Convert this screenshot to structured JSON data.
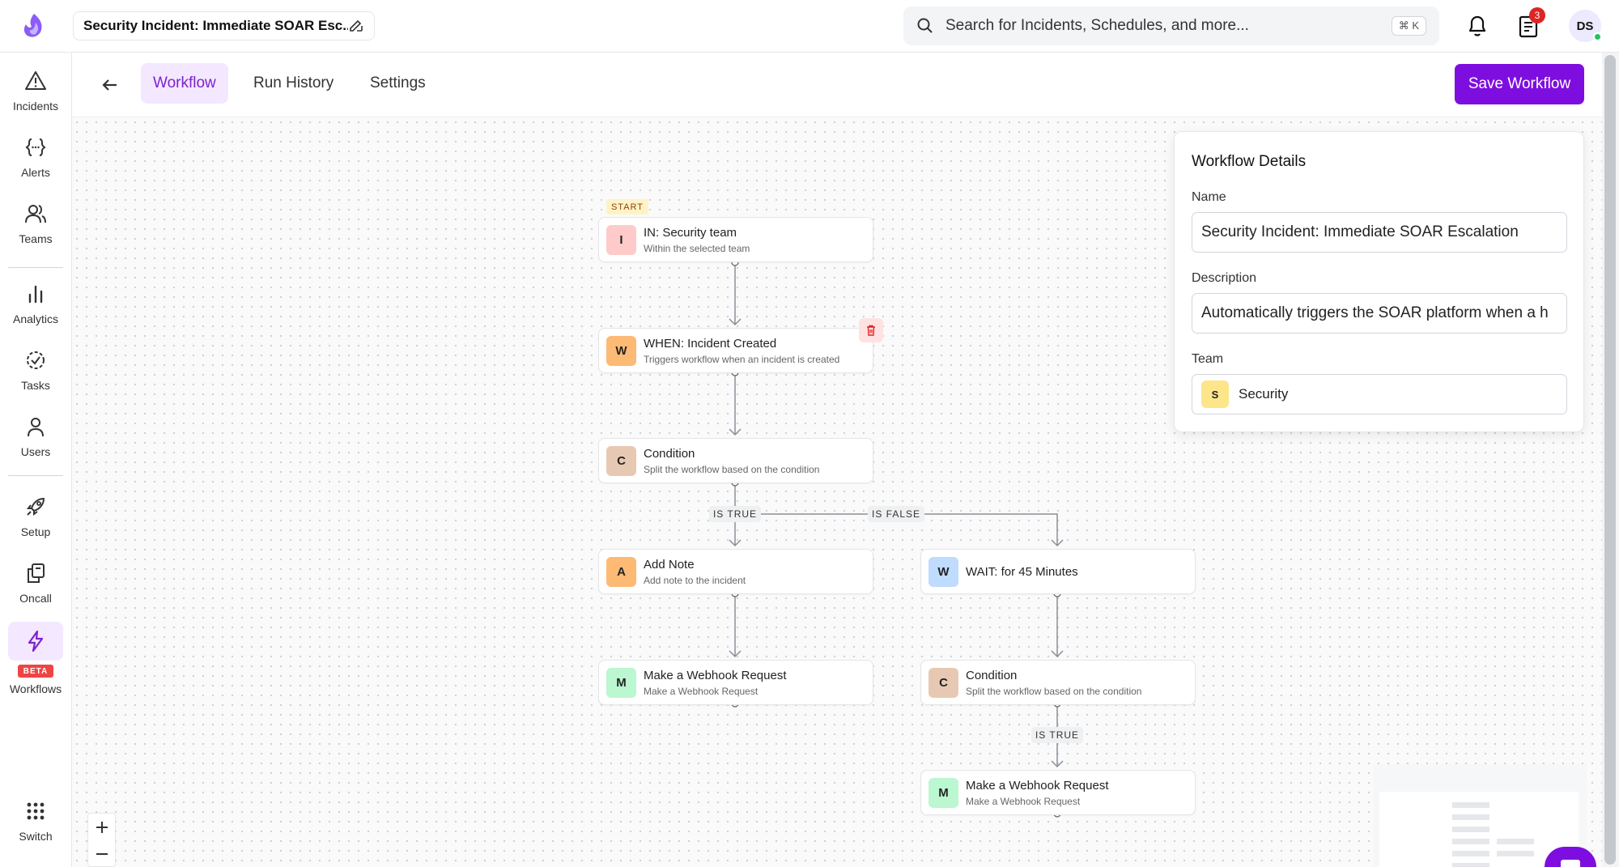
{
  "header": {
    "workflow_title": "Security Incident: Immediate SOAR Esc...",
    "search_placeholder": "Search for Incidents, Schedules, and more...",
    "search_shortcut": "⌘ K",
    "notification_count": "3",
    "avatar_initials": "DS"
  },
  "sidebar": {
    "items": [
      {
        "label": "Incidents",
        "icon": "warning-triangle-icon"
      },
      {
        "label": "Alerts",
        "icon": "braces-icon"
      },
      {
        "label": "Teams",
        "icon": "people-icon"
      },
      {
        "label": "Analytics",
        "icon": "bar-chart-icon"
      },
      {
        "label": "Tasks",
        "icon": "check-circle-icon"
      },
      {
        "label": "Users",
        "icon": "user-icon"
      },
      {
        "label": "Setup",
        "icon": "rocket-icon"
      },
      {
        "label": "Oncall",
        "icon": "pager-icon"
      },
      {
        "label": "Workflows",
        "icon": "lightning-icon"
      },
      {
        "label": "Switch",
        "icon": "grid-dots-icon"
      }
    ],
    "beta_label": "BETA"
  },
  "tabs": {
    "items": [
      "Workflow",
      "Run History",
      "Settings"
    ],
    "active": "Workflow",
    "save_label": "Save Workflow"
  },
  "workflow": {
    "start_label": "START",
    "nodes": [
      {
        "letter": "I",
        "title": "IN: Security team",
        "subtitle": "Within the selected team",
        "color": "#fecaca"
      },
      {
        "letter": "W",
        "title": "WHEN: Incident Created",
        "subtitle": "Triggers workflow when an incident is created",
        "color": "#fdba74"
      },
      {
        "letter": "C",
        "title": "Condition",
        "subtitle": "Split the workflow based on the condition",
        "color": "#e7c9b3"
      },
      {
        "letter": "A",
        "title": "Add Note",
        "subtitle": "Add note to the incident",
        "color": "#fdba74"
      },
      {
        "letter": "W",
        "title": "WAIT: for 45 Minutes",
        "subtitle": "",
        "color": "#bfdbfe"
      },
      {
        "letter": "M",
        "title": "Make a Webhook Request",
        "subtitle": "Make a Webhook Request",
        "color": "#bbf7d0"
      },
      {
        "letter": "C",
        "title": "Condition",
        "subtitle": "Split the workflow based on the condition",
        "color": "#e7c9b3"
      },
      {
        "letter": "M",
        "title": "Make a Webhook Request",
        "subtitle": "Make a Webhook Request",
        "color": "#bbf7d0"
      }
    ],
    "edge_labels": {
      "true_1": "IS TRUE",
      "false_1": "IS FALSE",
      "true_2": "IS TRUE"
    }
  },
  "details": {
    "heading": "Workflow Details",
    "name_label": "Name",
    "name_value": "Security Incident: Immediate SOAR Escalation",
    "description_label": "Description",
    "description_value": "Automatically triggers the SOAR platform when a h",
    "team_label": "Team",
    "team_initial": "S",
    "team_value": "Security"
  },
  "colors": {
    "accent": "#7e0ee0",
    "active_tab_bg": "#f3e8ff",
    "badge": "#dc2626"
  }
}
